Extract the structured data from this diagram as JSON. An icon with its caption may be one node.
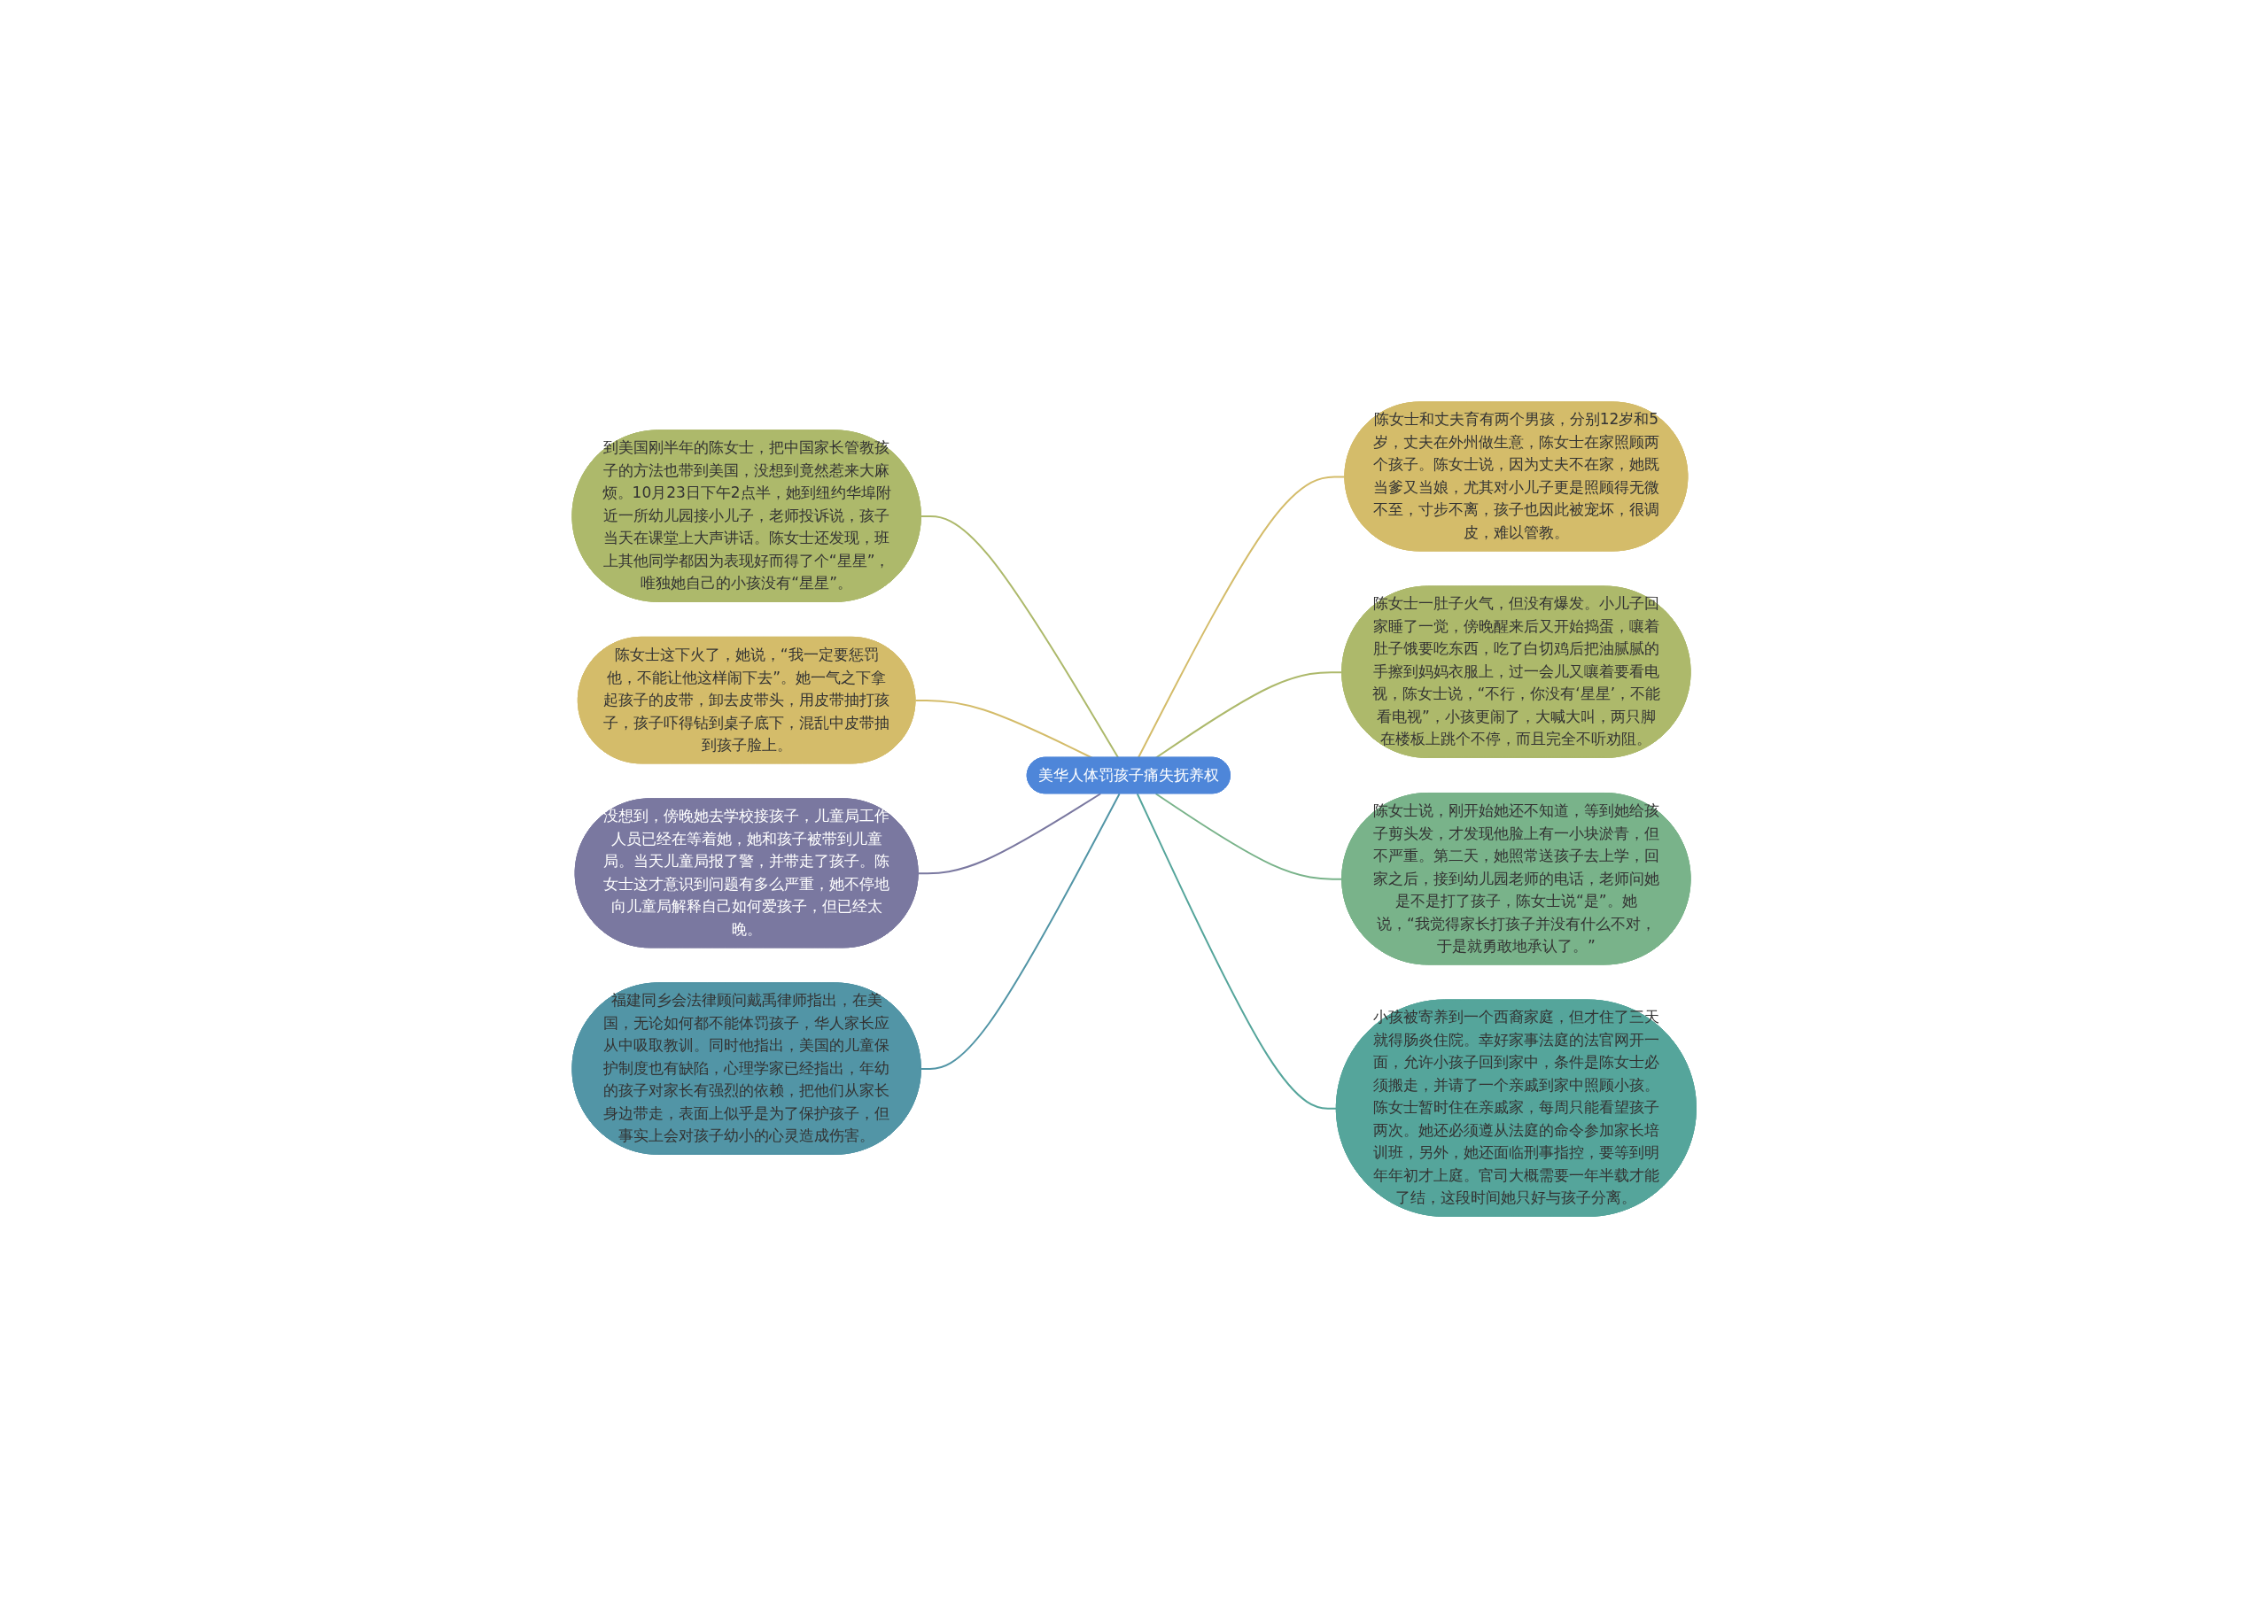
{
  "diagram": {
    "nodes": [
      {
        "text": [
          "美华人体罚孩子痛失抚养权"
        ]
      },
      {
        "text": [
          "陈女士和丈夫育有两个男孩，分别12岁和5岁，丈夫在外州做生意，陈女士在家照顾两个孩子。陈女士说，因为丈夫不在家，她既当爹又当娘，尤其对小儿子更是照顾得无微不至，寸步不离，孩子也因此被宠坏，很调皮，难以管教。"
        ]
      },
      {
        "text": [
          "陈女士一肚子火气，但没有爆发。小儿子回家睡了一觉，傍晚醒来后又开始捣蛋，嚷着肚子饿要吃东西，吃了白切鸡后把油腻腻的手擦到妈妈衣服上，过一会儿又嚷着要看电视，陈女士说，“不行，你没有‘星星’，不能看电视”，小孩更闹了，大喊大叫，两只脚在楼板上跳个不停，而且完全不听劝阻。"
        ]
      },
      {
        "text": [
          "陈女士说，刚开始她还不知道，等到她给孩子剪头发，才发现他脸上有一小块淤青，但不严重。第二天，她照常送孩子去上学，回家之后，接到幼儿园老师的电话，老师问她是不是打了孩子，陈女士说“是”。她说，“我觉得家长打孩子并没有什么不对，于是就勇敢地承认了。”"
        ]
      },
      {
        "text": [
          "小孩被寄养到一个西裔家庭，但才住了三天就得肠炎住院。幸好家事法庭的法官网开一面，允许小孩子回到家中，条件是陈女士必须搬走，并请了一个亲戚到家中照顾小孩。陈女士暂时住在亲戚家，每周只能看望孩子两次。她还必须遵从法庭的命令参加家长培训班，另外，她还面临刑事指控，要等到明年年初才上庭。官司大概需要一年半载才能了结，这段时间她只好与孩子分离。"
        ]
      },
      {
        "text": [
          "到美国刚半年的陈女士，把中国家长管教孩子的方法也带到美国，没想到竟然惹来大麻烦。10月23日下午2点半，她到纽约华埠附近一所幼儿园接小儿子，老师投诉说，孩子当天在课堂上大声讲话。陈女士还发现，班上其他同学都因为表现好而得了个“星星”，唯独她自己的小孩没有“星星”。"
        ]
      },
      {
        "text": [
          "陈女士这下火了，她说，“我一定要惩罚他，不能让他这样闹下去”。她一气之下拿起孩子的皮带，卸去皮带头，用皮带抽打孩子，孩子吓得钻到桌子底下，混乱中皮带抽到孩子脸上。"
        ]
      },
      {
        "text": [
          "没想到，傍晚她去学校接孩子，儿童局工作人员已经在等着她，她和孩子被带到儿童局。当天儿童局报了警，并带走了孩子。陈女士这才意识到问题有多么严重，她不停地向儿童局解释自己如何爱孩子，但已经太晚。"
        ]
      },
      {
        "text": [
          "福建同乡会法律顾问戴禹律师指出，在美国，无论如何都不能体罚孩子，华人家长应从中吸取教训。同时他指出，美国的儿童保护制度也有缺陷，心理学家已经指出，年幼的孩子对家长有强烈的依赖，把他们从家长身边带走，表面上似乎是为了保护孩子，但事实上会对孩子幼小的心灵造成伤害。"
        ]
      }
    ],
    "edges": [
      {
        "from": 0,
        "to": 1,
        "arrow": "none",
        "color": "#d4bc6a"
      },
      {
        "from": 0,
        "to": 2,
        "arrow": "none",
        "color": "#adb96b"
      },
      {
        "from": 0,
        "to": 3,
        "arrow": "none",
        "color": "#79b38a"
      },
      {
        "from": 0,
        "to": 4,
        "arrow": "none",
        "color": "#55a59b"
      },
      {
        "from": 0,
        "to": 5,
        "arrow": "none",
        "color": "#adb96b"
      },
      {
        "from": 0,
        "to": 6,
        "arrow": "none",
        "color": "#d4bc6a"
      },
      {
        "from": 0,
        "to": 7,
        "arrow": "none",
        "color": "#7a78a0"
      },
      {
        "from": 0,
        "to": 8,
        "arrow": "none",
        "color": "#5295a6"
      }
    ]
  }
}
